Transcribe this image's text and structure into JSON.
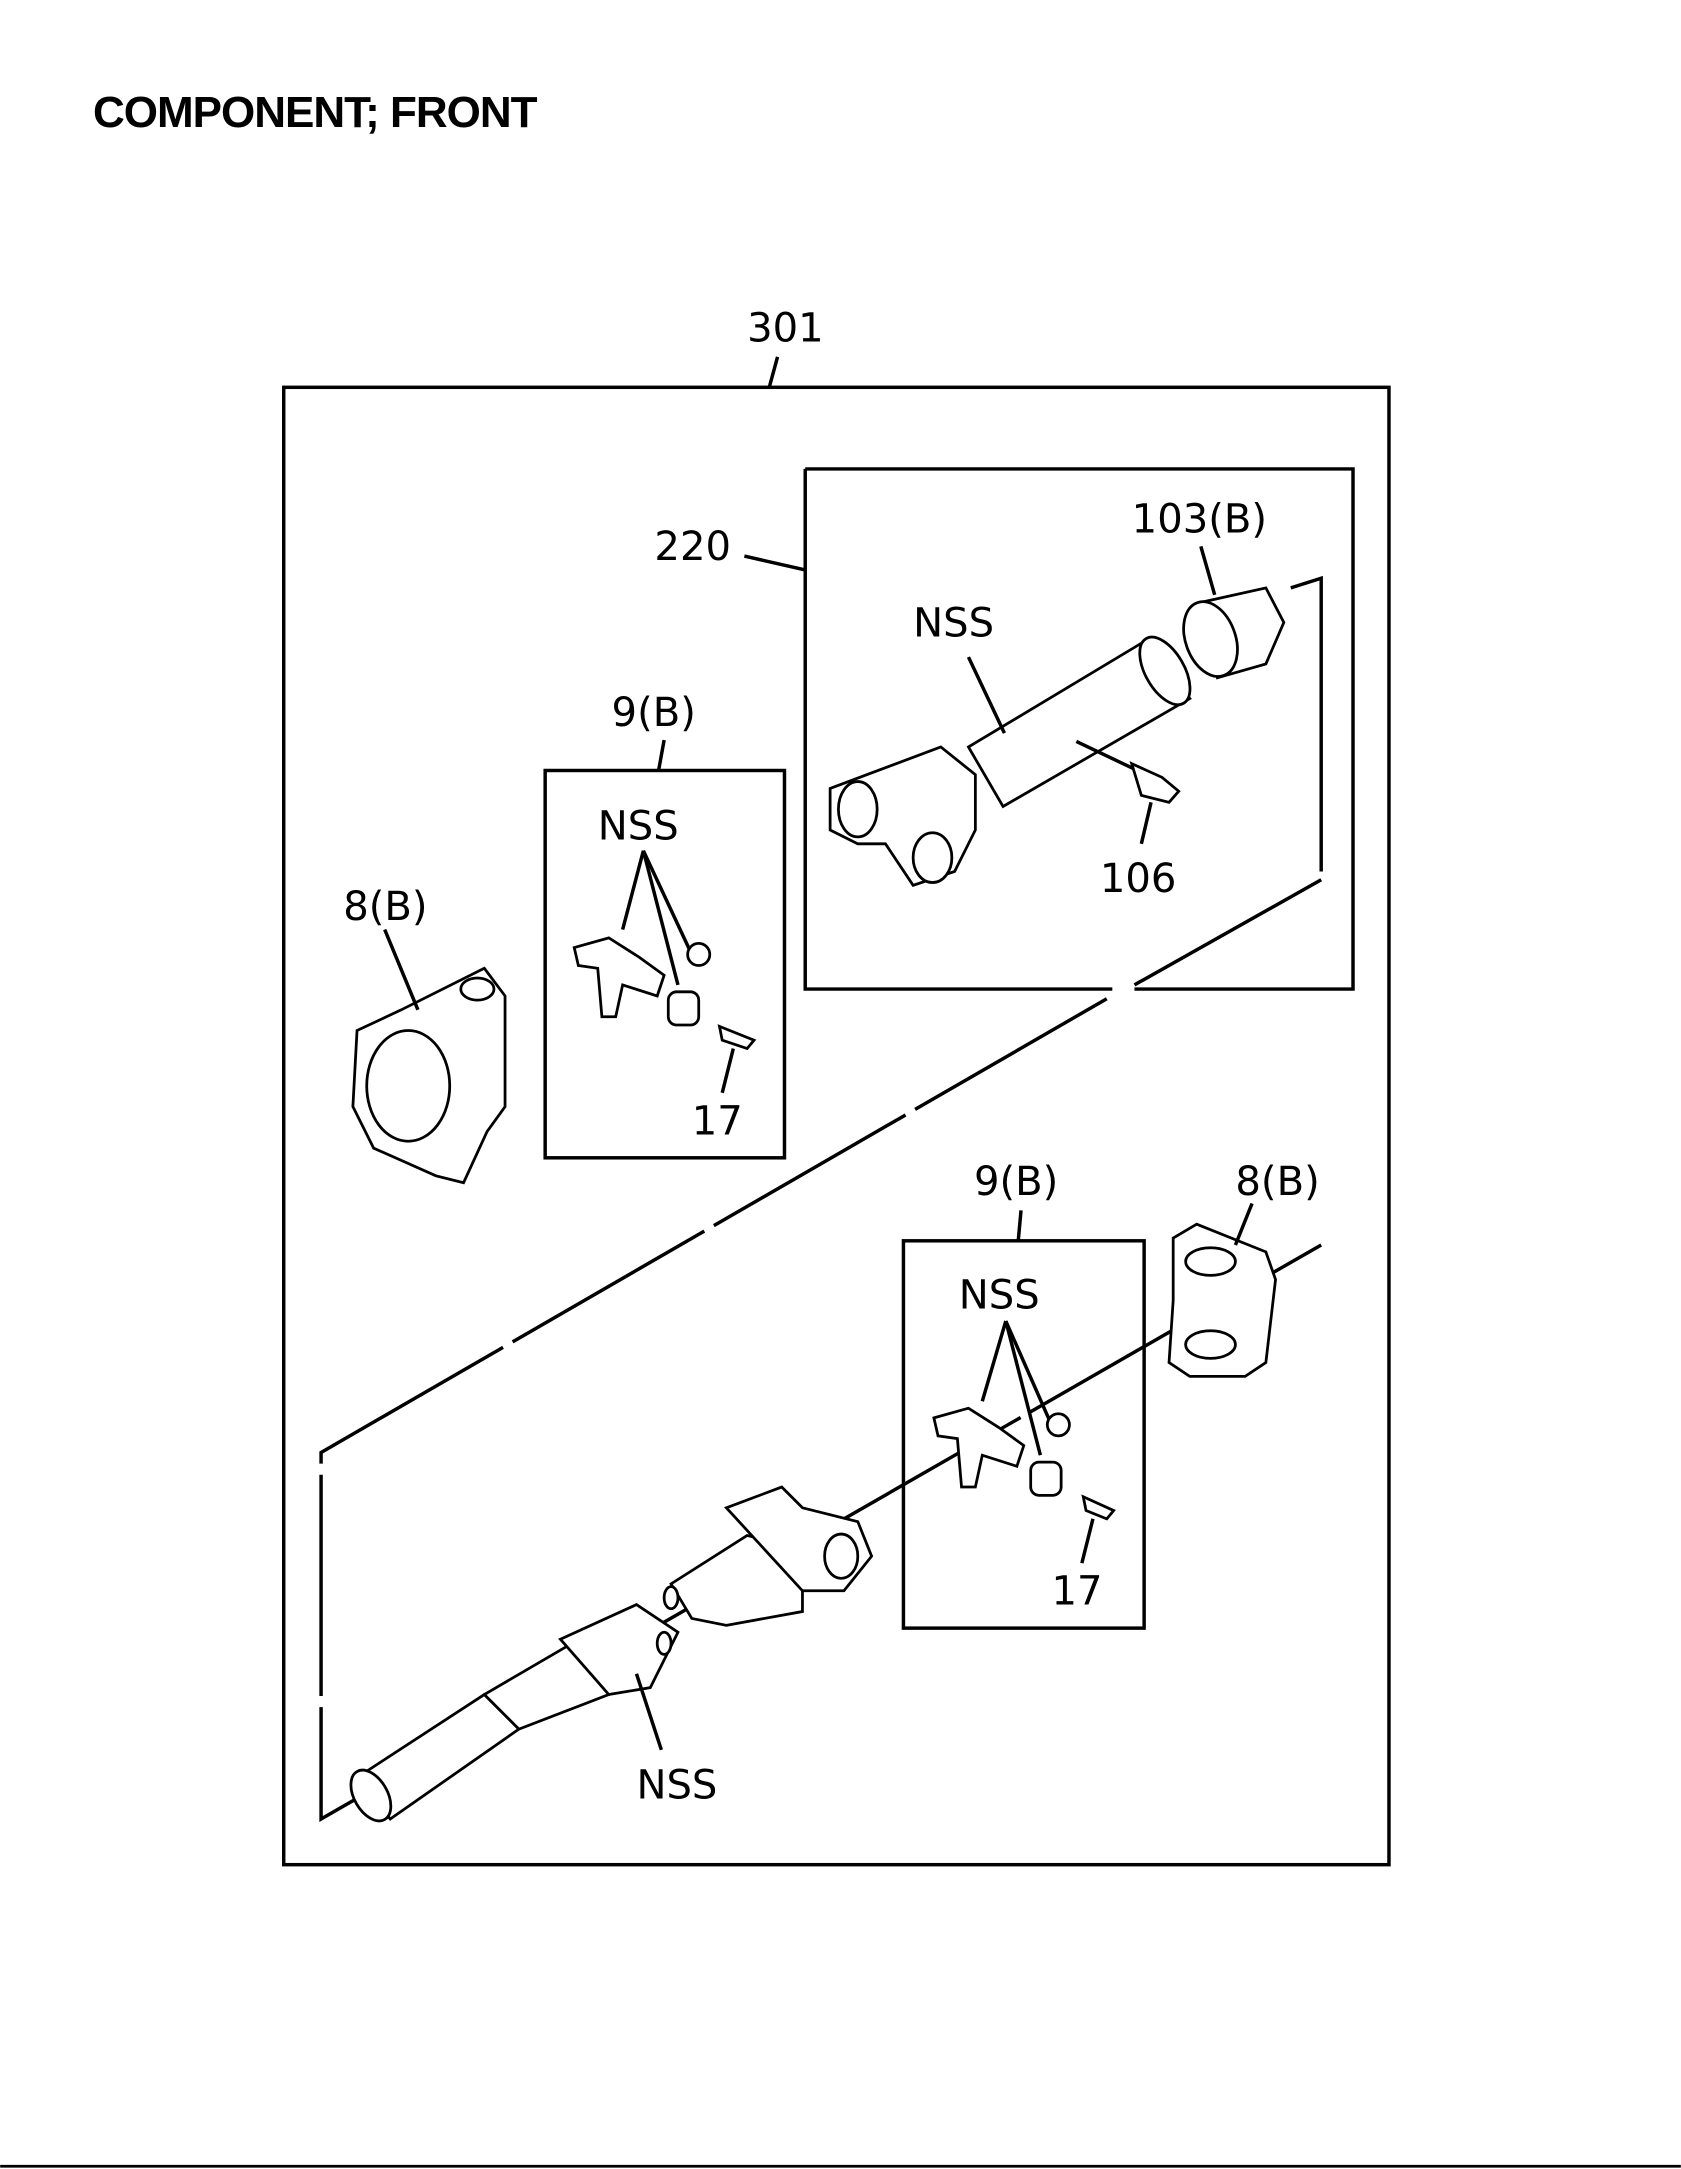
{
  "title": "COMPONENT; FRONT",
  "callouts": {
    "assembly": "301",
    "shaft_assembly": "220",
    "sleeve": "103(B)",
    "tube_nss": "NSS",
    "grease_fitting": "106",
    "joint_kit_upper": "9(B)",
    "joint_kit_upper_nss": "NSS",
    "joint_kit_upper_fitting": "17",
    "flange_yoke_upper": "8(B)",
    "joint_kit_lower": "9(B)",
    "joint_kit_lower_nss": "NSS",
    "joint_kit_lower_fitting": "17",
    "flange_yoke_lower": "8(B)",
    "slip_yoke_nss": "NSS"
  }
}
